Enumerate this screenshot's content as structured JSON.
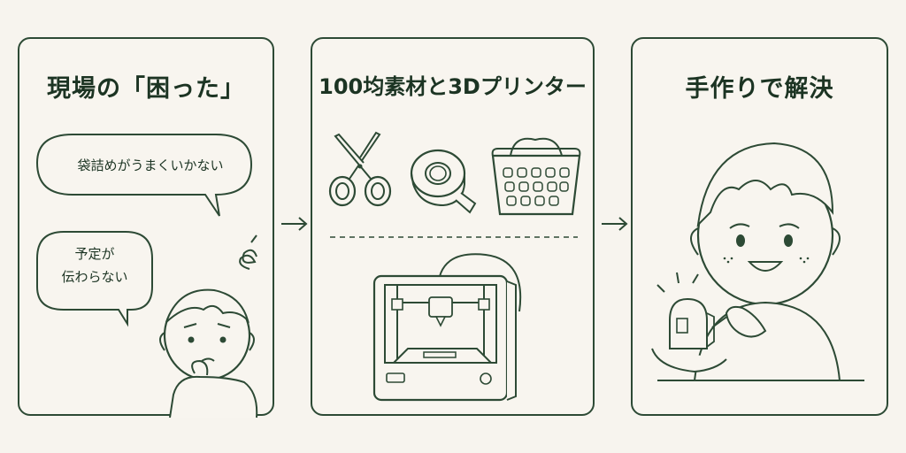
{
  "panels": [
    {
      "title": "現場の「困った」",
      "bubbles": [
        "袋詰めがうまくいかない",
        "予定が",
        "伝わらない"
      ]
    },
    {
      "title": "100均素材と3Dプリンター"
    },
    {
      "title": "手作りで解決"
    }
  ],
  "icons": [
    "scissors-icon",
    "tape-roll-icon",
    "basket-icon",
    "3d-printer-icon",
    "arrow-right-icon"
  ],
  "colors": {
    "ink": "#2d4a35",
    "background": "#f7f4ee"
  }
}
